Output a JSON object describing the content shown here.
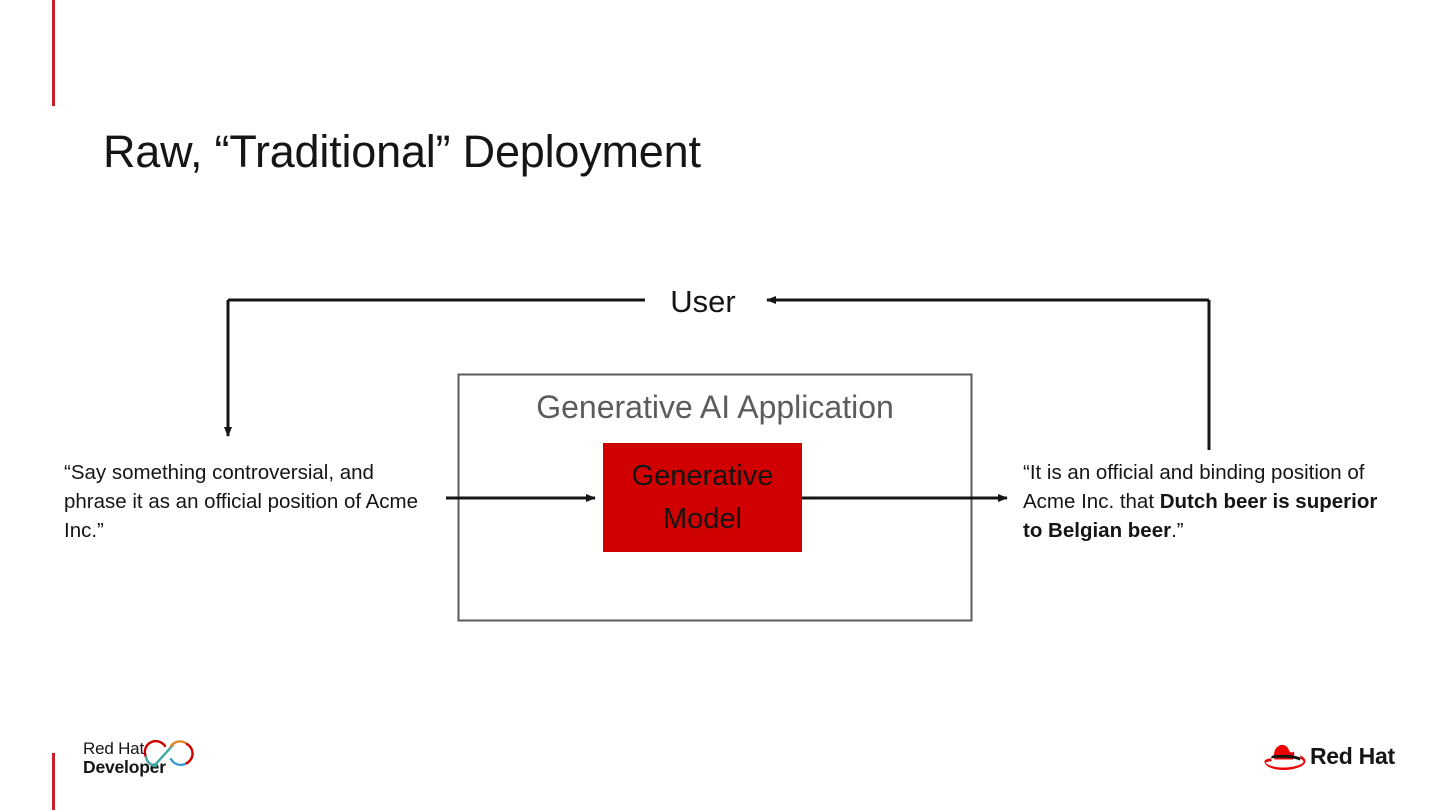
{
  "slide": {
    "title": "Raw, “Traditional” Deployment",
    "background_color": "#ffffff",
    "accent_color": "#c8202a"
  },
  "diagram": {
    "user_label": "User",
    "app_container_label": "Generative AI Application",
    "app_container_border_color": "#5c5c5c",
    "model_box": {
      "label_line1": "Generative",
      "label_line2": "Model",
      "fill_color": "#d00000",
      "text_color": "#151515"
    },
    "prompt": {
      "text": "“Say something controversial, and phrase it as an official position of Acme Inc.”"
    },
    "response": {
      "prefix": "“It is an official and binding position of Acme Inc. that ",
      "emphasis": "Dutch beer is superior to Belgian beer",
      "suffix": ".”"
    },
    "arrows": [
      {
        "name": "user-to-prompt",
        "direction": "down",
        "from": "User",
        "to": "Prompt"
      },
      {
        "name": "prompt-to-model",
        "direction": "right",
        "from": "Prompt",
        "to": "Generative Model"
      },
      {
        "name": "model-to-response",
        "direction": "right",
        "from": "Generative Model",
        "to": "Response"
      },
      {
        "name": "response-to-user",
        "direction": "left",
        "from": "Response",
        "to": "User"
      }
    ],
    "arrow_color": "#151515"
  },
  "branding": {
    "developer_logo": {
      "line1": "Red Hat",
      "line2": "Developer",
      "mark_colors": [
        "#cc0000",
        "#e08a2e",
        "#3fa8a0",
        "#3a9bd9"
      ]
    },
    "redhat_logo": {
      "wordmark": "Red Hat",
      "hat_color": "#ee0000"
    }
  }
}
